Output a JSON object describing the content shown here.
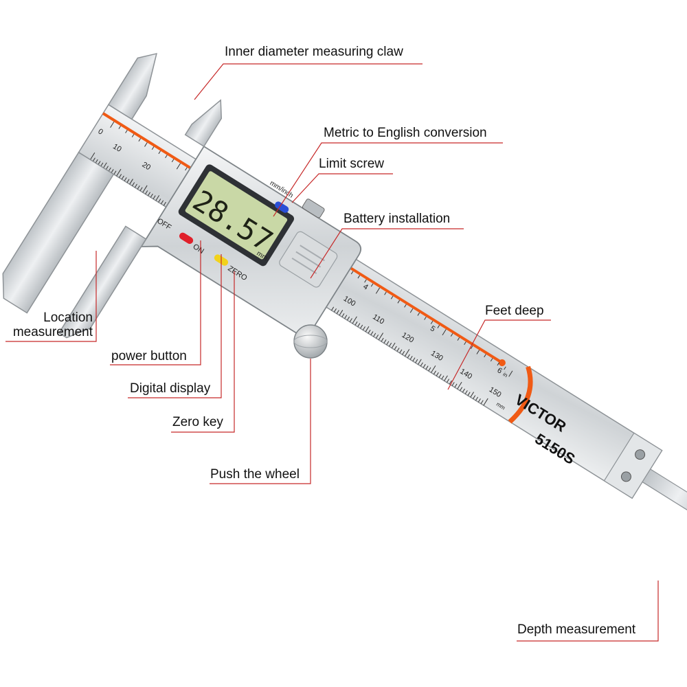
{
  "labels": {
    "inner_claw": "Inner diameter measuring claw",
    "metric_english": "Metric to English conversion",
    "limit_screw": "Limit screw",
    "battery": "Battery installation",
    "feet_deep": "Feet deep",
    "location_1": "Location",
    "location_2": "measurement",
    "power_button": "power button",
    "digital_display": "Digital display",
    "zero_key": "Zero key",
    "push_wheel": "Push the wheel",
    "depth": "Depth measurement"
  },
  "device": {
    "reading": "28.57",
    "unit": "mm",
    "mm_inch": "mm/inch",
    "off": "OFF",
    "on": "ON",
    "zero": "ZERO",
    "brand": "VICTOR",
    "model": "5150S",
    "scale_top": [
      "0",
      "10",
      "20"
    ],
    "scale_bottom": [
      "100",
      "110",
      "120",
      "130",
      "140",
      "150"
    ],
    "inch_marks": [
      "4",
      "5",
      "6"
    ],
    "inch_unit": "in",
    "mm_unit": "mm"
  },
  "colors": {
    "leader": "#c62828",
    "orange": "#f05a14",
    "steel": "#d7dadc",
    "lcd": "#c9d8a6",
    "power_btn": "#e0202a",
    "zero_btn": "#f2d21b",
    "mode_btn": "#2a4fd6"
  }
}
